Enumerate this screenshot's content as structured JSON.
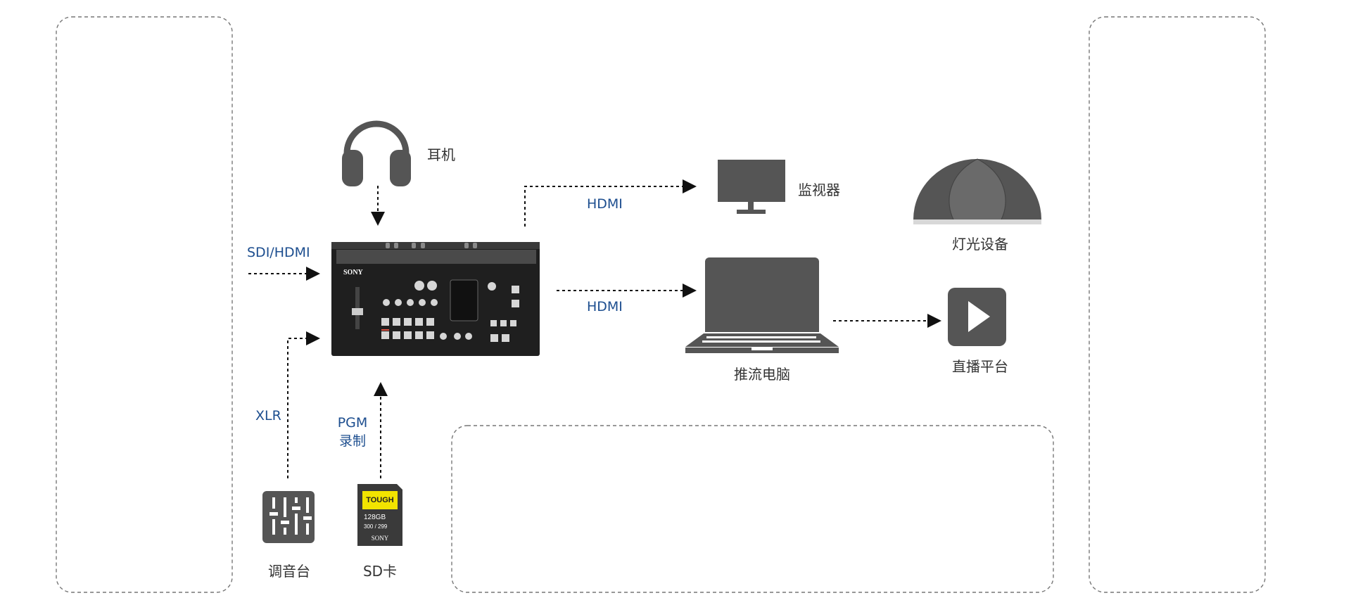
{
  "labels": {
    "headphones": "耳机",
    "monitor": "监视器",
    "lighting": "灯光设备",
    "streaming_pc": "推流电脑",
    "live_platform": "直播平台",
    "mixer": "调音台",
    "sd_card": "SD卡"
  },
  "connections": {
    "sdi_hdmi": "SDI/HDMI",
    "hdmi_monitor": "HDMI",
    "hdmi_pc": "HDMI",
    "xlr": "XLR",
    "pgm_line1": "PGM",
    "pgm_line2": "录制"
  },
  "device": {
    "brand": "SONY"
  },
  "sd_card_face": {
    "series": "TOUGH",
    "capacity": "128",
    "capacity_unit": "GB",
    "speed": "300",
    "speed2": "299",
    "brand": "SONY"
  },
  "colors": {
    "icon_gray": "#555555",
    "label_blue": "#1d4e8f",
    "text": "#333333",
    "sd_yellow": "#f2e400"
  }
}
